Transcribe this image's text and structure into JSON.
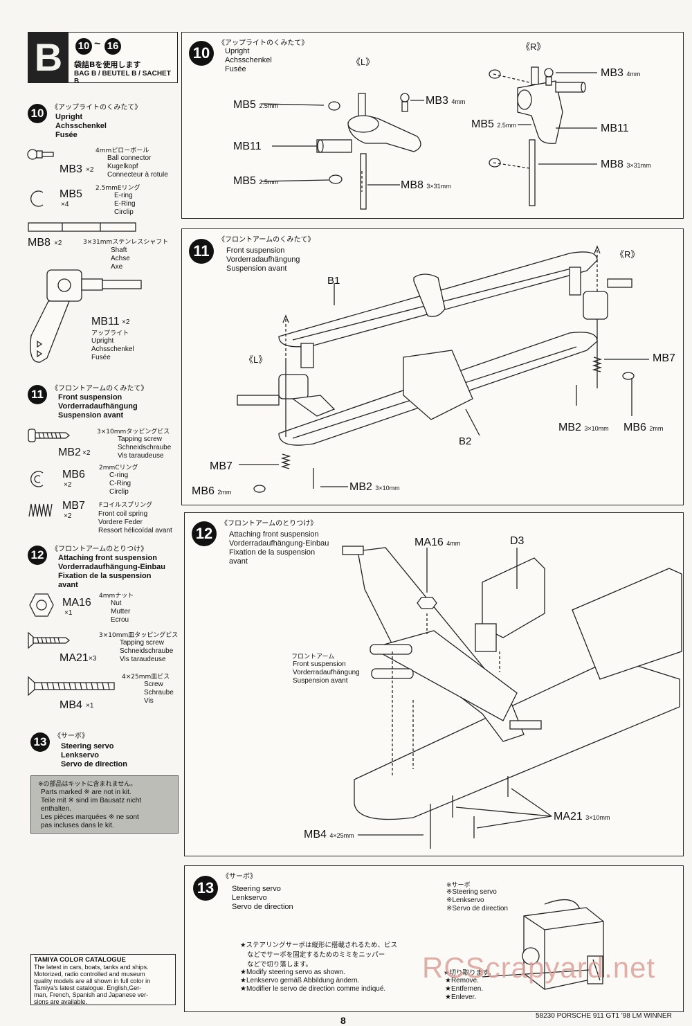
{
  "header": {
    "letter": "B",
    "step_from": "10",
    "step_to": "16",
    "bag_jp": "袋詰Bを使用します",
    "bag_label": "BAG B / BEUTEL B / SACHET B"
  },
  "left": {
    "s10": {
      "num": "10",
      "jp": "《アップライトのくみたて》",
      "en": "Upright",
      "de": "Achsschenkel",
      "fr": "Fusée"
    },
    "mb3": {
      "code": "MB3",
      "qty": "×2",
      "jp": "4mmピローボール",
      "en": "Ball connector",
      "de": "Kugelkopf",
      "fr": "Connecteur à rotule"
    },
    "mb5": {
      "code": "MB5",
      "qty": "×4",
      "jp": "2.5mmEリング",
      "en": "E-ring",
      "de": "E-Ring",
      "fr": "Circlip"
    },
    "mb8": {
      "code": "MB8",
      "qty": "×2",
      "jp": "3×31mmステンレスシャフト",
      "en": "Shaft",
      "de": "Achse",
      "fr": "Axe"
    },
    "mb11": {
      "code": "MB11",
      "qty": "×2",
      "jp": "アップライト",
      "en": "Upright",
      "de": "Achsschenkel",
      "fr": "Fusée"
    },
    "s11": {
      "num": "11",
      "jp": "《フロントアームのくみたて》",
      "en": "Front suspension",
      "de": "Vorderradaufhängung",
      "fr": "Suspension avant"
    },
    "mb2": {
      "code": "MB2",
      "qty": "×2",
      "jp": "3×10mmタッピングビス",
      "en": "Tapping screw",
      "de": "Schneidschraube",
      "fr": "Vis taraudeuse"
    },
    "mb6": {
      "code": "MB6",
      "qty": "×2",
      "jp": "2mmCリング",
      "en": "C-ring",
      "de": "C-Ring",
      "fr": "Circlip"
    },
    "mb7": {
      "code": "MB7",
      "qty": "×2",
      "jp": "Fコイルスプリング",
      "en": "Front coil spring",
      "de": "Vordere Feder",
      "fr": "Ressort hélicoïdal avant"
    },
    "s12": {
      "num": "12",
      "jp": "《フロントアームのとりつけ》",
      "en": "Attaching front suspension",
      "de": "Vorderradaufhängung-Einbau",
      "fr": "Fixation de la suspension",
      "fr2": "avant"
    },
    "ma16": {
      "code": "MA16",
      "qty": "×1",
      "jp": "4mmナット",
      "en": "Nut",
      "de": "Mutter",
      "fr": "Ecrou"
    },
    "ma21": {
      "code": "MA21",
      "qty": "×3",
      "jp": "3×10mm皿タッピングビス",
      "en": "Tapping screw",
      "de": "Schneidschraube",
      "fr": "Vis taraudeuse"
    },
    "mb4": {
      "code": "MB4",
      "qty": "×1",
      "jp": "4×25mm皿ビス",
      "en": "Screw",
      "de": "Schraube",
      "fr": "Vis"
    },
    "s13": {
      "num": "13",
      "jp": "《サーボ》",
      "en": "Steering servo",
      "de": "Lenkservo",
      "fr": "Servo de direction"
    },
    "note": {
      "jp": "※の部品はキットに含まれません。",
      "en": "Parts marked ※ are not in kit.",
      "de1": "Teile mit ※ sind im Bausatz nicht",
      "de2": "enthalten.",
      "fr1": "Les pièces marquées ※ ne sont",
      "fr2": "pas incluses dans le kit."
    },
    "catalogue": {
      "title": "TAMIYA COLOR CATALOGUE",
      "lines": [
        "The latest in cars, boats, tanks and ships.",
        "Motorized, radio controlled and museum",
        "quality models are all shown in full color in",
        "Tamiya's latest catalogue. English,Ger-",
        "man, French, Spanish and Japanese ver-",
        "sions are available."
      ]
    }
  },
  "p10": {
    "num": "10",
    "jp": "《アップライトのくみたて》",
    "en": "Upright",
    "de": "Achsschenkel",
    "fr": "Fusée",
    "L": "《L》",
    "R": "《R》",
    "labels": {
      "mb5": "MB5",
      "mb5u": "2.5mm",
      "mb3": "MB3",
      "mb3u": "4mm",
      "mb11": "MB11",
      "mb8": "MB8",
      "mb8u": "3×31mm"
    }
  },
  "p11": {
    "num": "11",
    "jp": "《フロントアームのくみたて》",
    "en": "Front suspension",
    "de": "Vorderradaufhängung",
    "fr": "Suspension avant",
    "b1": "B1",
    "b2": "B2",
    "L": "《L》",
    "R": "《R》",
    "mb7": "MB7",
    "mb2": "MB2",
    "mb2u": "3×10mm",
    "mb6": "MB6",
    "mb6u": "2mm"
  },
  "p12": {
    "num": "12",
    "jp": "《フロントアームのとりつけ》",
    "en": "Attaching front suspension",
    "de": "Vorderradaufhängung-Einbau",
    "fr": "Fixation de la suspension",
    "fr2": "avant",
    "ma16": "MA16",
    "ma16u": "4mm",
    "d3": "D3",
    "arm_jp": "フロントアーム",
    "arm_en": "Front suspension",
    "arm_de": "Vorderradaufhängung",
    "arm_fr": "Suspension avant",
    "ma21": "MA21",
    "ma21u": "3×10mm",
    "mb4": "MB4",
    "mb4u": "4×25mm"
  },
  "p13": {
    "num": "13",
    "jp": "《サーボ》",
    "en": "Steering servo",
    "de": "Lenkservo",
    "fr": "Servo de direction",
    "servo_jp": "※サーボ",
    "servo_en": "※Steering servo",
    "servo_de": "※Lenkservo",
    "servo_fr": "※Servo de direction",
    "note_jp1": "★ステアリングサーボは縦形に搭載されるため、ビス",
    "note_jp2": "などでサーボを固定するためのミミをニッパー",
    "note_jp3": "などで切り落します。",
    "note_en": "★Modify steering servo as shown.",
    "note_de": "★Lenkservo gemäß Abbildung ändern.",
    "note_fr": "★Modifier le servo de direction comme indiqué.",
    "cut_jp": "★切り取ります。",
    "cut_en": "★Remove.",
    "cut_de": "★Entfernen.",
    "cut_fr": "★Enlever."
  },
  "footer": {
    "code": "58230 PORSCHE 911 GT1 '98 LM WINNER",
    "page": "8",
    "watermark": "RCScrapyard.net"
  }
}
